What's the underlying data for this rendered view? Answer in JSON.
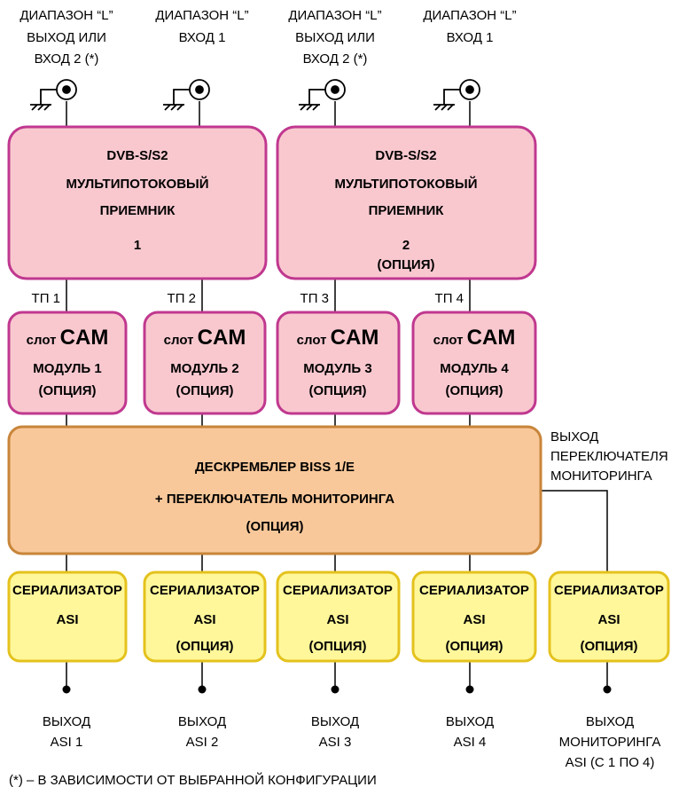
{
  "inputs": [
    {
      "lines": [
        "ДИАПАЗОН “L”",
        "ВЫХОД ИЛИ",
        "ВХОД 2 (*)"
      ]
    },
    {
      "lines": [
        "ДИАПАЗОН “L”",
        "ВХОД 1"
      ]
    },
    {
      "lines": [
        "ДИАПАЗОН “L”",
        "ВЫХОД ИЛИ",
        "ВХОД 2 (*)"
      ]
    },
    {
      "lines": [
        "ДИАПАЗОН “L”",
        "ВХОД 1"
      ]
    }
  ],
  "receivers": [
    {
      "title": "DVB-S/S2",
      "line2": "МУЛЬТИПОТОКОВЫЙ",
      "line3": "ПРИЕМНИК",
      "number": "1",
      "option": ""
    },
    {
      "title": "DVB-S/S2",
      "line2": "МУЛЬТИПОТОКОВЫЙ",
      "line3": "ПРИЕМНИК",
      "number": "2",
      "option": "(ОПЦИЯ)"
    }
  ],
  "streams": [
    "ТП 1",
    "ТП 2",
    "ТП 3",
    "ТП 4"
  ],
  "cam_slots": [
    {
      "slot_prefix": "слот",
      "slot_name": "CAM",
      "module": "МОДУЛЬ 1",
      "option": "(ОПЦИЯ)"
    },
    {
      "slot_prefix": "слот",
      "slot_name": "CAM",
      "module": "МОДУЛЬ 2",
      "option": "(ОПЦИЯ)"
    },
    {
      "slot_prefix": "слот",
      "slot_name": "CAM",
      "module": "МОДУЛЬ 3",
      "option": "(ОПЦИЯ)"
    },
    {
      "slot_prefix": "слот",
      "slot_name": "CAM",
      "module": "МОДУЛЬ 4",
      "option": "(ОПЦИЯ)"
    }
  ],
  "descrambler": {
    "line1": "ДЕСКРЕМБЛЕР  BISS 1/E",
    "line2": "+ ПЕРЕКЛЮЧАТЕЛЬ МОНИТОРИНГА",
    "option": "(ОПЦИЯ)"
  },
  "monitor_switch_output": [
    "ВЫХОД",
    "ПЕРЕКЛЮЧАТЕЛЯ",
    "МОНИТОРИНГА"
  ],
  "serializers": [
    {
      "title": "СЕРИАЛИЗАТОР",
      "name": "ASI",
      "option": ""
    },
    {
      "title": "СЕРИАЛИЗАТОР",
      "name": "ASI",
      "option": "(ОПЦИЯ)"
    },
    {
      "title": "СЕРИАЛИЗАТОР",
      "name": "ASI",
      "option": "(ОПЦИЯ)"
    },
    {
      "title": "СЕРИАЛИЗАТОР",
      "name": "ASI",
      "option": "(ОПЦИЯ)"
    },
    {
      "title": "СЕРИАЛИЗАТОР",
      "name": "ASI",
      "option": "(ОПЦИЯ)"
    }
  ],
  "outputs": [
    {
      "lines": [
        "ВЫХОД",
        "ASI 1"
      ]
    },
    {
      "lines": [
        "ВЫХОД",
        "ASI 2"
      ]
    },
    {
      "lines": [
        "ВЫХОД",
        "ASI 3"
      ]
    },
    {
      "lines": [
        "ВЫХОД",
        "ASI 4"
      ]
    },
    {
      "lines": [
        "ВЫХОД",
        "МОНИТОРИНГА",
        "ASI (С 1 ПО 4)"
      ]
    }
  ],
  "footnote": "(*) – В ЗАВИСИМОСТИ ОТ ВЫБРАННОЙ КОНФИГУРАЦИИ",
  "colors": {
    "receiver_fill": "#f9c8cf",
    "receiver_stroke": "#c0388f",
    "descrambler_fill": "#f9c89a",
    "descrambler_stroke": "#c8853a",
    "serializer_fill": "#fff79a",
    "serializer_stroke": "#e4c21d"
  }
}
